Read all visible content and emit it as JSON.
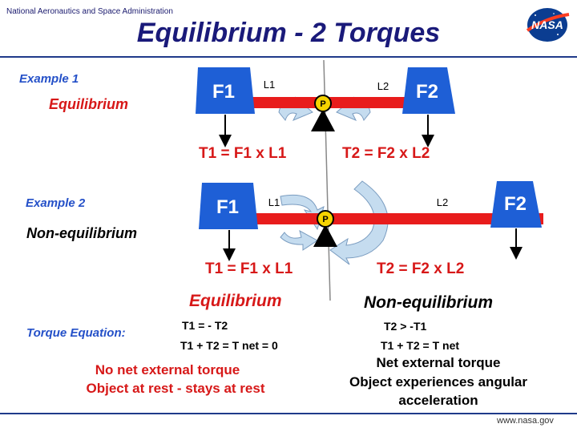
{
  "header": {
    "org": "National Aeronautics and Space Administration",
    "title": "Equilibrium -  2  Torques",
    "logo_text": "NASA"
  },
  "example1": {
    "label": "Example 1",
    "state": "Equilibrium",
    "f1": "F1",
    "f2": "F2",
    "l1": "L1",
    "l2": "L2",
    "pivot": "P",
    "t1_eq": "T1 =  F1  x  L1",
    "t2_eq": "T2 =  F2  x  L2"
  },
  "example2": {
    "label": "Example 2",
    "state": "Non-equilibrium",
    "f1": "F1",
    "f2": "F2",
    "l1": "L1",
    "l2": "L2",
    "pivot": "P",
    "t1_eq": "T1 =  F1  x  L1",
    "t2_eq": "T2 =  F2  x  L2"
  },
  "summary": {
    "torque_equation_label": "Torque  Equation:",
    "equilibrium": {
      "heading": "Equilibrium",
      "line1": "T1  = - T2",
      "line2": "T1  + T2 = T net = 0",
      "note1": "No  net  external  torque",
      "note2": "Object  at  rest  -  stays  at  rest"
    },
    "non_equilibrium": {
      "heading": "Non-equilibrium",
      "line1": "T2  >  -T1",
      "line2": "T1  + T2 = T net",
      "note1": "Net  external  torque",
      "note2": "Object  experiences  angular",
      "note3": "acceleration"
    }
  },
  "footer": {
    "url": "www.nasa.gov"
  },
  "colors": {
    "weight_blue": "#1e5fd6",
    "lever_red": "#e81c1c",
    "pivot_yellow": "#f5d300",
    "title_navy": "#1a1a7a",
    "arrow_fill": "#c5dcef"
  }
}
